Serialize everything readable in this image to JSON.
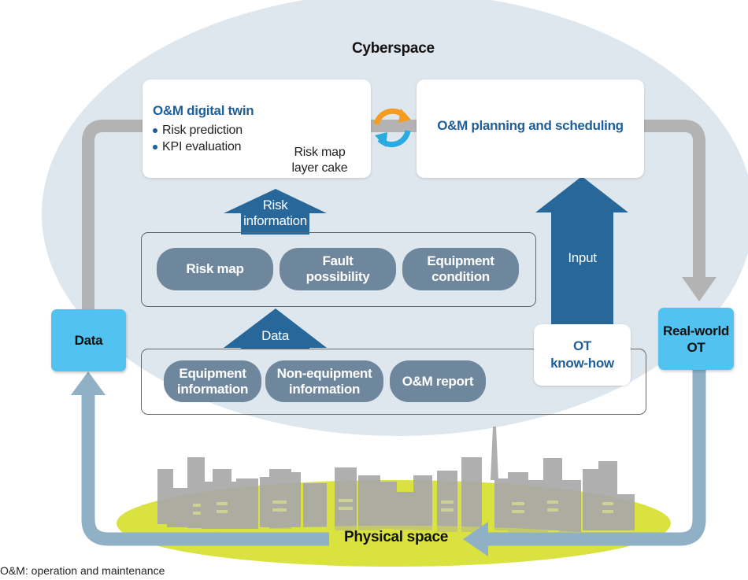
{
  "title": "Cyberspace",
  "digital_twin": {
    "heading": "O&M digital twin",
    "bullets": [
      "Risk prediction",
      "KPI evaluation"
    ],
    "image_caption_line1": "Risk map",
    "image_caption_line2": "layer cake",
    "image_icon": "layered-map-stack-icon"
  },
  "planning": {
    "label": "O&M planning and scheduling",
    "sync_icon": "sync-arrows-icon"
  },
  "arrows": {
    "risk_information_line1": "Risk",
    "risk_information_line2": "information",
    "data": "Data",
    "input": "Input"
  },
  "analysis_group": {
    "items": [
      {
        "line1": "Risk map",
        "line2": ""
      },
      {
        "line1": "Fault",
        "line2": "possibility"
      },
      {
        "line1": "Equipment",
        "line2": "condition"
      }
    ]
  },
  "source_group": {
    "items": [
      {
        "line1": "Equipment",
        "line2": "information"
      },
      {
        "line1": "Non-equipment",
        "line2": "information"
      },
      {
        "line1": "O&M report",
        "line2": ""
      }
    ]
  },
  "ot_knowhow": {
    "line1": "OT",
    "line2": "know-how"
  },
  "side_boxes": {
    "data": "Data",
    "real_world_line1": "Real-world",
    "real_world_line2": "OT"
  },
  "physical_space": "Physical space",
  "footnote": "O&M: operation and maintenance",
  "colors": {
    "cyberspace": "#dfe7ee",
    "dark_blue_arrow": "#28679a",
    "gray_loop": "#b3b3b3",
    "blue_gray_loop": "#8fb0c5",
    "cyan_box": "#52c3f0",
    "pill": "#6f879d",
    "ground": "#d9e23f",
    "orange_sync": "#f39c1f",
    "blue_sync": "#29abe2"
  }
}
